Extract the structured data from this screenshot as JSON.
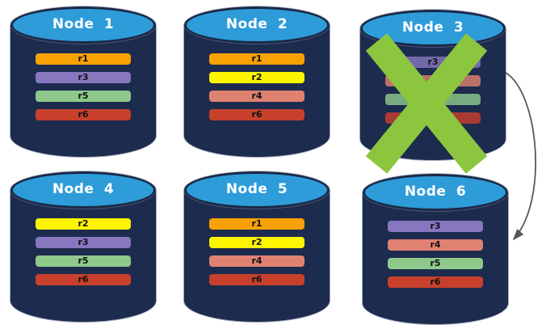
{
  "nodes": [
    {
      "title": "Node 1",
      "failed": false,
      "replicas": [
        {
          "label": "r1",
          "color": "#F8A102"
        },
        {
          "label": "r3",
          "color": "#8677BF"
        },
        {
          "label": "r5",
          "color": "#8EC88B"
        },
        {
          "label": "r6",
          "color": "#C8402C"
        }
      ]
    },
    {
      "title": "Node 2",
      "failed": false,
      "replicas": [
        {
          "label": "r1",
          "color": "#F8A102"
        },
        {
          "label": "r2",
          "color": "#FDF500"
        },
        {
          "label": "r4",
          "color": "#DF8171"
        },
        {
          "label": "r6",
          "color": "#C8402C"
        }
      ]
    },
    {
      "title": "Node 3",
      "failed": true,
      "replicas": [
        {
          "label": "r3",
          "color": "#8677BF"
        },
        {
          "label": "r4",
          "color": "#DF8171"
        },
        {
          "label": "r5",
          "color": "#8EC88B"
        },
        {
          "label": "r6",
          "color": "#C8402C"
        }
      ]
    },
    {
      "title": "Node 4",
      "failed": false,
      "replicas": [
        {
          "label": "r2",
          "color": "#FDF500"
        },
        {
          "label": "r3",
          "color": "#8677BF"
        },
        {
          "label": "r5",
          "color": "#8EC88B"
        },
        {
          "label": "r6",
          "color": "#C8402C"
        }
      ]
    },
    {
      "title": "Node 5",
      "failed": false,
      "replicas": [
        {
          "label": "r1",
          "color": "#F8A102"
        },
        {
          "label": "r2",
          "color": "#FDF500"
        },
        {
          "label": "r4",
          "color": "#DF8171"
        },
        {
          "label": "r6",
          "color": "#C8402C"
        }
      ]
    },
    {
      "title": "Node 6",
      "failed": false,
      "replicas": [
        {
          "label": "r3",
          "color": "#8677BF"
        },
        {
          "label": "r4",
          "color": "#DF8171"
        },
        {
          "label": "r5",
          "color": "#8EC88B"
        },
        {
          "label": "r6",
          "color": "#C8402C"
        }
      ]
    }
  ],
  "decorations": {
    "cylinder_body_color": "#1C2B4E",
    "cylinder_top_color": "#2E9CD9",
    "x_icon": "green-x",
    "x_color": "#8CC63F",
    "arrow_icon": "failover-arrow",
    "arrow_color": "#58585A"
  }
}
